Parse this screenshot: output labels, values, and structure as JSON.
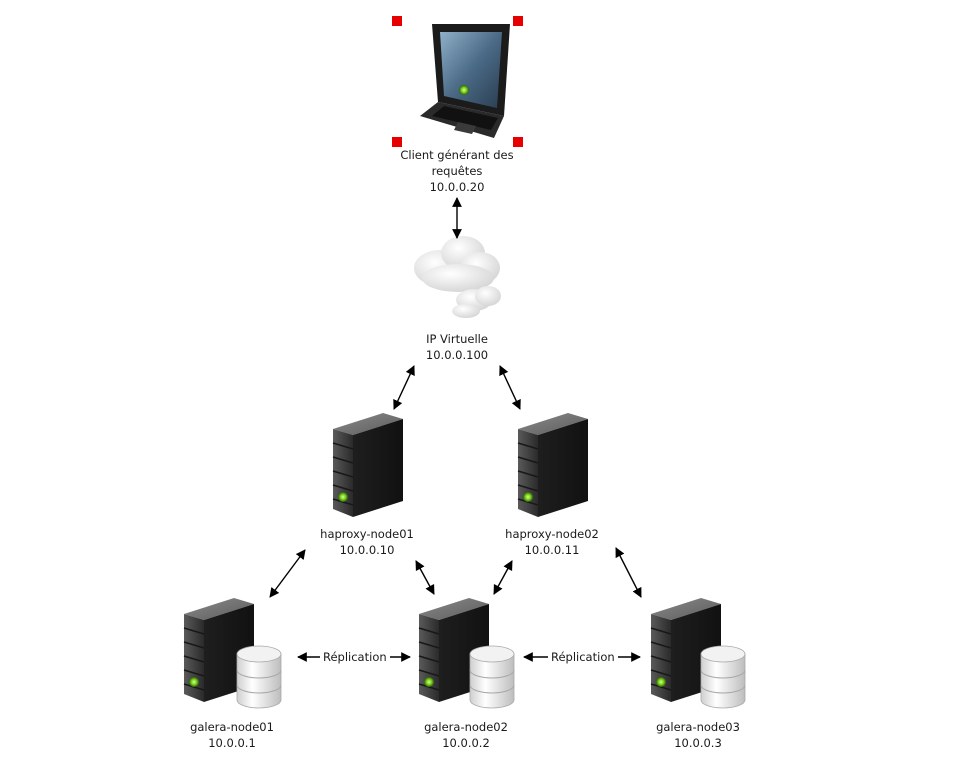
{
  "client": {
    "line1": "Client générant des",
    "line2": "requêtes",
    "ip": "10.0.0.20"
  },
  "vip": {
    "name": "IP Virtuelle",
    "ip": "10.0.0.100"
  },
  "haproxy": [
    {
      "name": "haproxy-node01",
      "ip": "10.0.0.10"
    },
    {
      "name": "haproxy-node02",
      "ip": "10.0.0.11"
    }
  ],
  "galera": [
    {
      "name": "galera-node01",
      "ip": "10.0.0.1"
    },
    {
      "name": "galera-node02",
      "ip": "10.0.0.2"
    },
    {
      "name": "galera-node03",
      "ip": "10.0.0.3"
    }
  ],
  "replication": [
    "Réplication",
    "Réplication"
  ],
  "colors": {
    "selection": "#e60000",
    "led": "#7dd321",
    "server": "#3a3a3a",
    "arrow": "#000000"
  }
}
